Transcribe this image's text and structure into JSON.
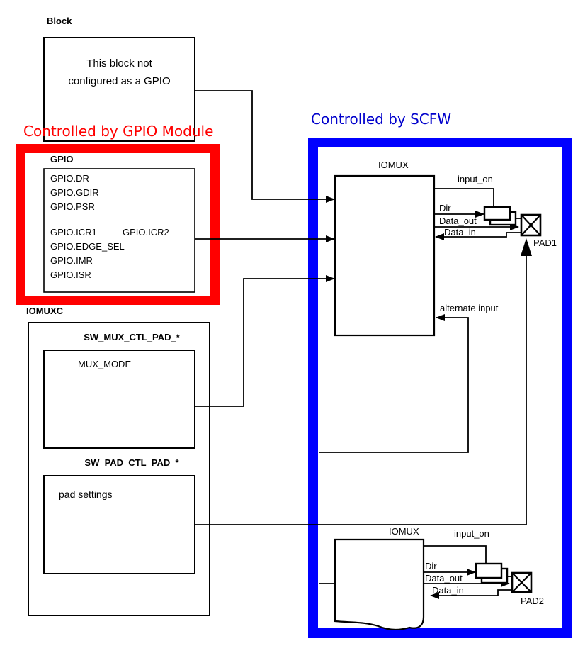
{
  "captions": {
    "gpio_module": "Controlled by GPIO Module",
    "scfw": "Controlled by SCFW"
  },
  "colors": {
    "gpio_module_border": "#ff0000",
    "gpio_module_caption": "#ff0000",
    "scfw_border": "#0000ff",
    "scfw_caption": "#0000cc",
    "wire": "#000000",
    "background": "#ffffff"
  },
  "block": {
    "title": "Block",
    "line1": "This block not",
    "line2": "configured as a GPIO"
  },
  "gpio": {
    "title": "GPIO",
    "registers_top": [
      "GPIO.DR",
      "GPIO.GDIR",
      "GPIO.PSR"
    ],
    "icr_left": "GPIO.ICR1",
    "icr_right": "GPIO.ICR2",
    "registers_bottom": [
      "GPIO.EDGE_SEL",
      "GPIO.IMR",
      "GPIO.ISR"
    ]
  },
  "iomuxc": {
    "title": "IOMUXC",
    "mux_ctl_header": "SW_MUX_CTL_PAD_*",
    "mux_mode": "MUX_MODE",
    "pad_ctl_header": "SW_PAD_CTL_PAD_*",
    "pad_settings": "pad settings"
  },
  "iomux": {
    "title": "IOMUX",
    "input_on": "input_on",
    "dir": "Dir",
    "data_out": "Data_out",
    "data_in": "Data_in",
    "alternate_input": "alternate input"
  },
  "pads": {
    "pad1": "PAD1",
    "pad2": "PAD2"
  }
}
